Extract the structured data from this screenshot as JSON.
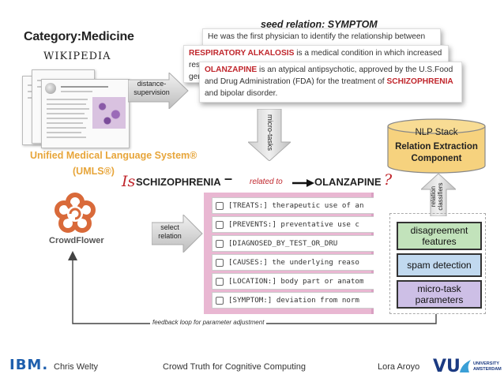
{
  "wikipedia": {
    "category": "Category:Medicine",
    "logo_text": "WIKIPEDIA"
  },
  "umls": {
    "line1": "Unified Medical Language System®",
    "line2": "(UMLS®)"
  },
  "arrows": {
    "distance_supervision": [
      "distance-",
      "supervision"
    ],
    "micro_tasks": "micro-tasks",
    "select_relation": [
      "select",
      "relation"
    ],
    "relation_classifiers": [
      "relation",
      "classifiers"
    ],
    "feedback": "feedback loop for parameter adjustment"
  },
  "seed": {
    "label": "seed relation: SYMPTOM",
    "sentence1": "He was the first physician to identify the relationship between",
    "sentence2_entity": "RESPIRATORY ALKALOSIS",
    "sentence2_rest": " is a medical condition in which increased",
    "sentence2_line2": "resp",
    "sentence2_line3": "gen",
    "sentence3_entity": "OLANZAPINE",
    "sentence3_part1": " is an atypical antipsychotic, approved by the U.S.Food",
    "sentence3_part2": "and Drug Administration (FDA) for the treatment of ",
    "sentence3_entity2": "SCHIZOPHRENIA",
    "sentence3_part3": "and bipolar disorder."
  },
  "nlp": {
    "line1": "NLP Stack",
    "line2": "Relation Extraction",
    "line3": "Component"
  },
  "relation": {
    "prefix": "Is",
    "entity1": "SCHIZOPHRENIA",
    "dash": "–",
    "middle": "related to",
    "entity2": "OLANZAPINE",
    "suffix": "?"
  },
  "crowdflower": {
    "label": "CrowdFlower"
  },
  "tasks": [
    "[TREATS:] therapeutic use of an",
    "[PREVENTS:] preventative use c",
    "[DIAGNOSED_BY_TEST_OR_DRU",
    "[CAUSES:] the underlying reaso",
    "[LOCATION:] body part or anatom",
    "[SYMPTOM:] deviation from norm"
  ],
  "components": {
    "disagreement": [
      "disagreement",
      "features"
    ],
    "spam": "spam detection",
    "micro_task": [
      "micro-task",
      "parameters"
    ]
  },
  "colors": {
    "disagreement_bg": "#c2e3bb",
    "spam_bg": "#c1d9ef",
    "micro_task_bg": "#cdbfe6",
    "nlp_bg": "#f6d27e",
    "accent_red": "#c0262c",
    "umls_orange": "#e7a53a",
    "crowdflower_orange": "#d96a3a",
    "task_panel": "#e9b7d2"
  },
  "footer": {
    "ibm": "IBM.",
    "author1": "Chris Welty",
    "title": "Crowd Truth for Cognitive Computing",
    "author2": "Lora Aroyo",
    "vu": "VU",
    "vu_sub1": "UNIVERSITY",
    "vu_sub2": "AMSTERDAM"
  }
}
